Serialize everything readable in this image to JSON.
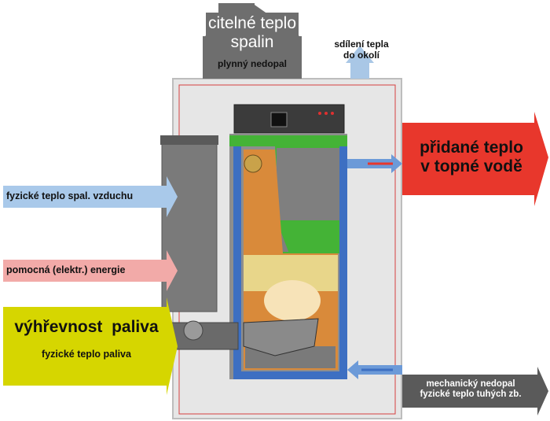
{
  "labels": {
    "flue_heat_line1": "citelné teplo",
    "flue_heat_line2": "spalin",
    "gas_unburnt": "plynný nedopal",
    "ambient_line1": "sdílení tepla",
    "ambient_line2": "do okolí",
    "water_heat_line1": "přidané teplo",
    "water_heat_line2": "v topné vodě",
    "air_heat": "fyzické teplo spal. vzduchu",
    "aux_energy": "pomocná (elektr.) energie",
    "fuel_calorific": "výhřevnost  paliva",
    "fuel_heat": "fyzické teplo paliva",
    "mech_unburnt": "mechanický nedopal",
    "solid_residue_heat": "fyzické teplo tuhých zb."
  },
  "colors": {
    "flue_arrow": "#6e6e6e",
    "ambient_arrow": "#a9c7e6",
    "water_arrow": "#e8372c",
    "air_arrow": "#a9c9ea",
    "aux_arrow": "#f2aaa8",
    "fuel_arrow": "#d6d600",
    "mech_arrow": "#5a5a5a",
    "water_jacket": "#3d6fc2",
    "flue_passage": "#44b336",
    "fire_chamber": "#d98a3a",
    "boiler_casing": "#e6e6e6"
  }
}
